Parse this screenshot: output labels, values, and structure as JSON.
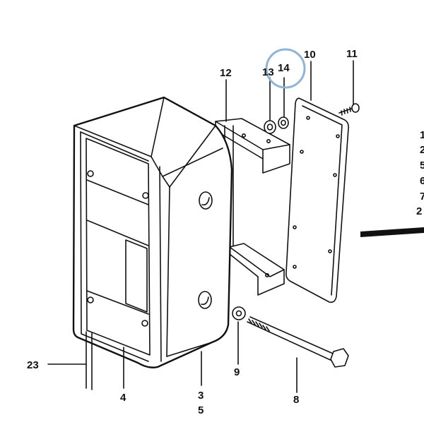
{
  "diagram": {
    "callouts": {
      "p1": "1",
      "p2": "2",
      "p3": "3",
      "p4": "4",
      "p5": "5",
      "p6": "6",
      "p7": "7",
      "p8": "8",
      "p9": "9",
      "p10": "10",
      "p11": "11",
      "p12": "12",
      "p13": "13",
      "p14": "14",
      "p23": "23"
    },
    "highlight_color": "#8fb4d6",
    "line_color": "#111111"
  }
}
